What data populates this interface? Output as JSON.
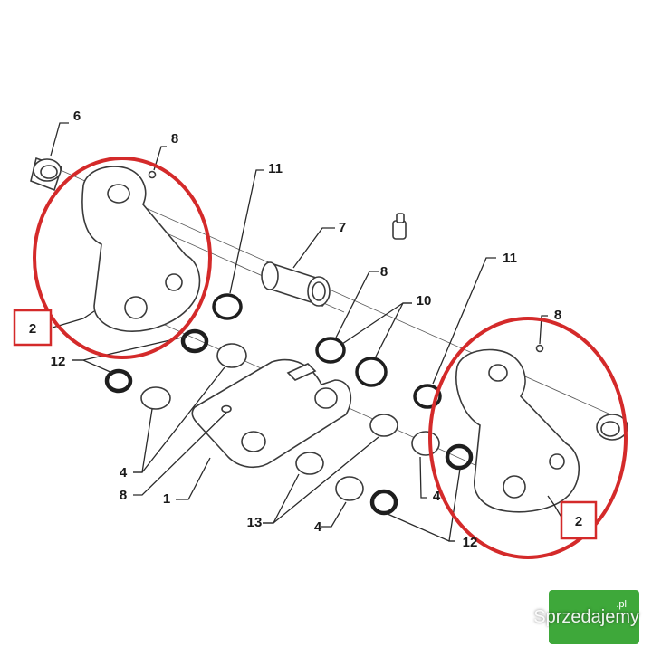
{
  "diagram": {
    "callouts": {
      "n6": "6",
      "n8_top": "8",
      "n11_top": "11",
      "n7": "7",
      "n8_mid": "8",
      "n10": "10",
      "n11_right": "11",
      "n8_right": "8",
      "n12_left": "12",
      "n4_left": "4",
      "n8_bottom": "8",
      "n1": "1",
      "n13": "13",
      "n4_bottom": "4",
      "n4_right": "4",
      "n12_right": "12"
    },
    "highlighted_callouts": {
      "left": "2",
      "right": "2"
    },
    "highlight_color": "#d42a2a"
  },
  "watermark": {
    "text": "Sprzedajemy",
    "tld": ".pl",
    "brand_color": "#3ea83a"
  }
}
